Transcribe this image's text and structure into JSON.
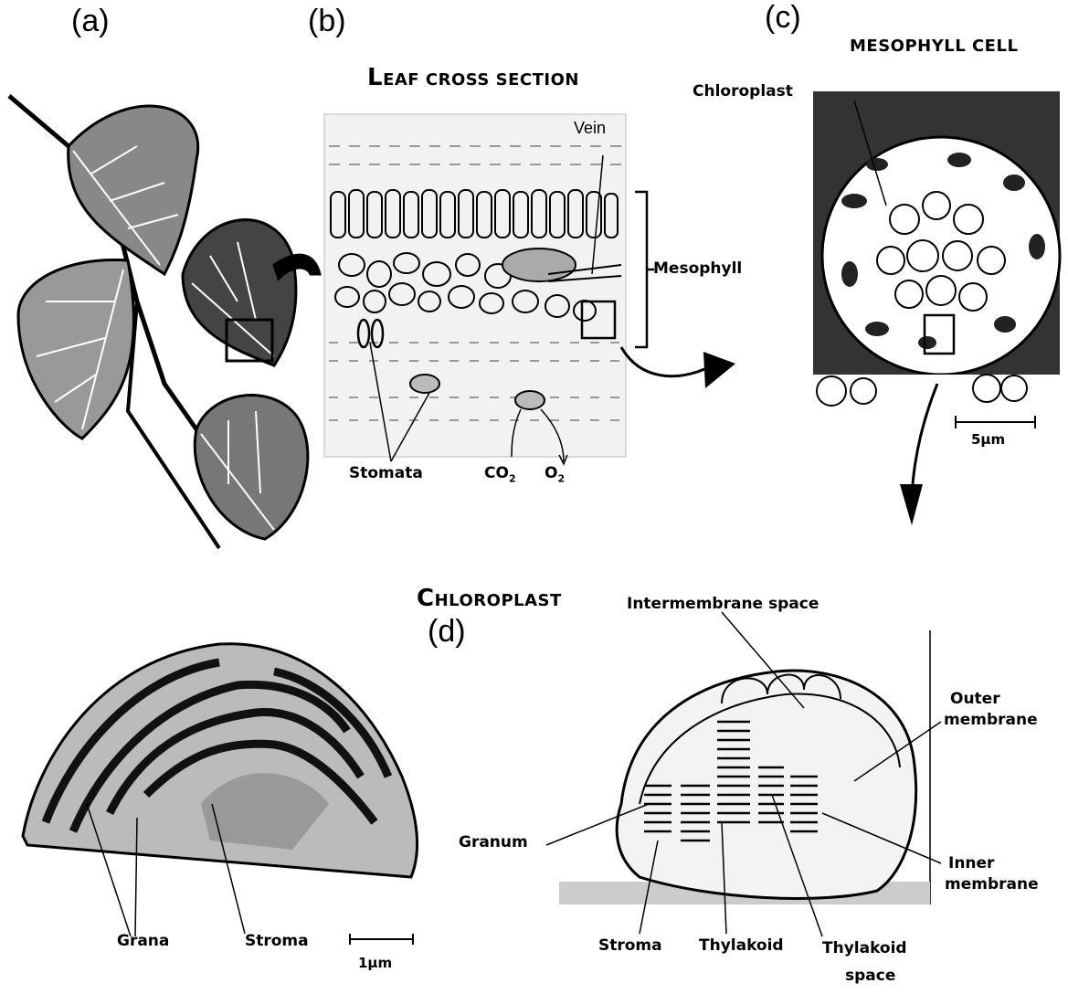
{
  "panels": {
    "a": {
      "label": "(a)"
    },
    "b": {
      "label": "(b)",
      "title_cap": "L",
      "title_rest": "EAF CROSS SECTION",
      "labels": {
        "vein": "Vein",
        "mesophyll": "Mesophyll",
        "stomata": "Stomata",
        "co2": "CO",
        "co2_sub": "2",
        "o2": "O",
        "o2_sub": "2"
      }
    },
    "c": {
      "label": "(c)",
      "title": "MESOPHYLL CELL",
      "labels": {
        "chloroplast": "Chloroplast",
        "scale": "5µm"
      }
    },
    "d": {
      "label": "(d)",
      "title_cap": "C",
      "title_rest": "HLOROPLAST",
      "labels": {
        "intermembrane": "Intermembrane space",
        "outer1": "Outer",
        "outer2": "membrane",
        "granum": "Granum",
        "inner1": "Inner",
        "inner2": "membrane",
        "stroma_right": "Stroma",
        "thylakoid": "Thylakoid",
        "thylakoid_space1": "Thylakoid",
        "thylakoid_space2": "space",
        "grana": "Grana",
        "stroma_left": "Stroma",
        "scale": "1µm"
      }
    }
  }
}
